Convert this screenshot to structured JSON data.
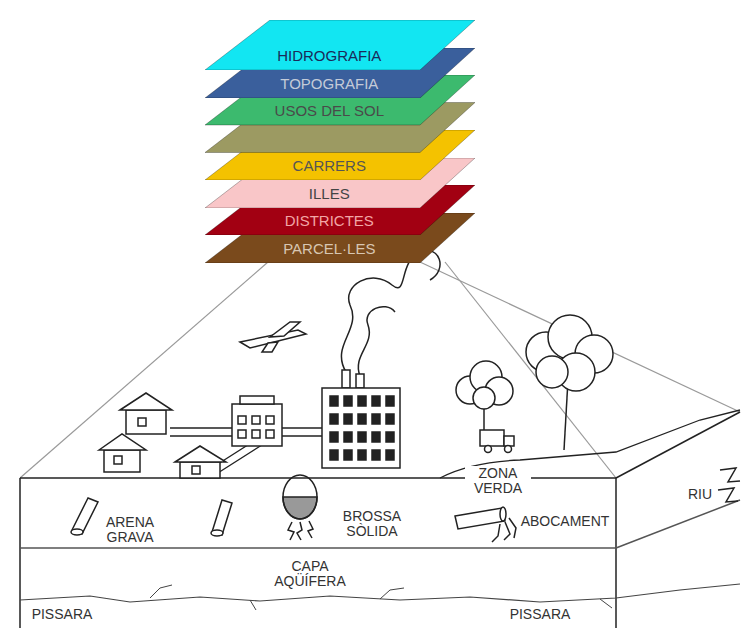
{
  "diagram": {
    "nodes": [
      {
        "text": [
          "HIDROGRAFIA"
        ]
      },
      {
        "text": [
          "TOPOGRAFIA"
        ]
      },
      {
        "text": [
          "USOS DEL SOL"
        ]
      },
      {
        "text": [
          "CARRERS"
        ]
      },
      {
        "text": [
          "ILLES"
        ]
      },
      {
        "text": [
          "DISTRICTES"
        ]
      },
      {
        "text": [
          "PARCEL·LES"
        ]
      }
    ],
    "labels": [
      "ARENA GRAVA",
      "BROSSA SÒLIDA",
      "ZONA VERDA",
      "RIU",
      "ABOCAMENT",
      "CAPA AQÜÍFERA",
      "PISSARA",
      "PISSARA"
    ]
  }
}
